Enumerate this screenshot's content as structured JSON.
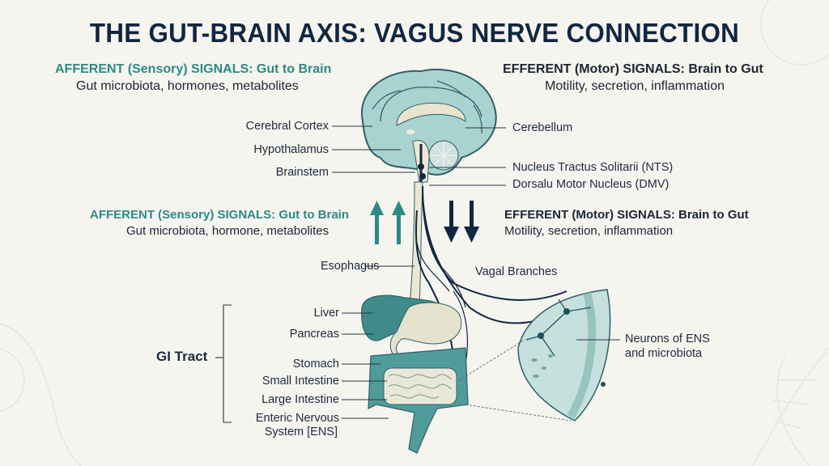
{
  "title": "THE GUT-BRAIN AXIS: VAGUS NERVE CONNECTION",
  "top_afferent": {
    "heading": "AFFERENT (Sensory) SIGNALS: Gut to Brain",
    "detail": "Gut microbiota, hormones, metabolites"
  },
  "top_efferent": {
    "heading": "EFFERENT (Motor) SIGNALS: Brain to Gut",
    "detail": "Motility, secretion, inflammation"
  },
  "mid_afferent": {
    "heading": "AFFERENT (Sensory) SIGNALS: Gut to Brain",
    "detail": "Gut microbiota, hormone, metabolites"
  },
  "mid_efferent": {
    "heading": "EFFERENT (Motor) SIGNALS: Brain to Gut",
    "detail": "Motility, secretion, inflammation"
  },
  "brain_labels": {
    "cerebral_cortex": "Cerebral Cortex",
    "hypothalamus": "Hypothalamus",
    "brainstem": "Brainstem",
    "cerebellum": "Cerebellum",
    "nts": "Nucleus Tractus Solitarii (NTS)",
    "dmv": "Dorsalu Motor Nucleus (DMV)"
  },
  "nerve_labels": {
    "esophagus": "Esophagus",
    "vagal_branches": "Vagal Branches"
  },
  "gi_tract": {
    "group_label": "GI Tract",
    "items": [
      "Liver",
      "Pancreas",
      "Stomach",
      "Small Intestine",
      "Large Intestine",
      "Enteric Nervous",
      "System [ENS]"
    ]
  },
  "ens_inset": {
    "label_line1": "Neurons of ENS",
    "label_line2": "and microbiota"
  },
  "colors": {
    "teal": "#2c8a86",
    "navy": "#122640",
    "background": "#f5f4ef",
    "organ_teal": "#4f9c9a",
    "brain_light": "#a9d3d0"
  }
}
